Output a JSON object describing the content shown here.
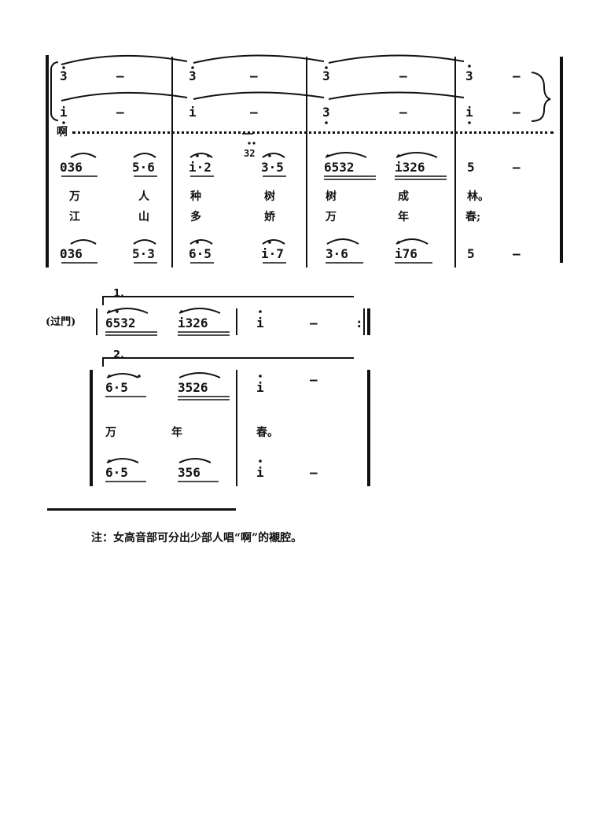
{
  "system1": {
    "sop1": [
      "3",
      "—",
      "3",
      "—",
      "3",
      "—",
      "3",
      "—"
    ],
    "sop2": [
      "i",
      "—",
      "i",
      "—",
      "3",
      "—",
      "i",
      "—"
    ],
    "ah": "啊",
    "alto": [
      "036",
      "5·6",
      "i·2",
      "32",
      "3·5",
      "6532",
      "i326",
      "5",
      "—"
    ],
    "verse1": [
      "万",
      "人",
      "种",
      "树",
      "树",
      "成",
      "林。"
    ],
    "verse2": [
      "江",
      "山",
      "多",
      "娇",
      "万",
      "年",
      "春;"
    ],
    "bass": [
      "036",
      "5·3",
      "6·5",
      "i·7",
      "3·6",
      "i76",
      "5",
      "—"
    ]
  },
  "system2": {
    "label": "(过門)",
    "ending1": "1.",
    "row": [
      "6532",
      "i326",
      "i",
      "—",
      ":"
    ],
    "ending2": "2.",
    "top": [
      "6·5",
      "3526",
      "i",
      "—"
    ],
    "lyrics": [
      "万",
      "年",
      "春。"
    ],
    "bottom": [
      "6·5",
      "356",
      "i",
      "—"
    ]
  },
  "note": "注：女高音部可分出少部人唱“啊”的襯腔。"
}
